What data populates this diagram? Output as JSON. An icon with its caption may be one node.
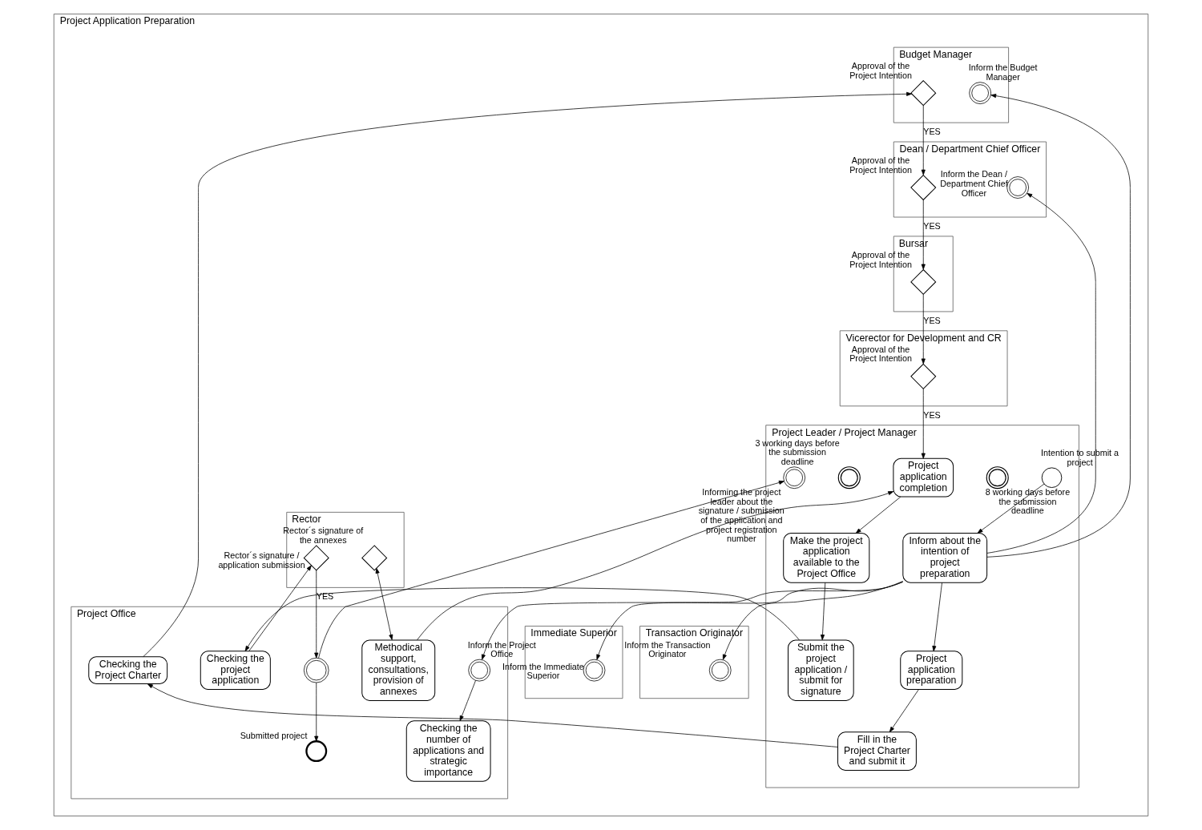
{
  "diagram": {
    "nodes": [
      {
        "text": [
          "Project Application Preparation"
        ]
      },
      {
        "text": [
          "Project Leader / Project Manager"
        ],
        "in": 0
      },
      {
        "text": [
          "Intention to submit a project"
        ],
        "in": 1
      },
      {
        "text": [
          "Inform about the intention of project preparation"
        ],
        "in": 1
      },
      {
        "text": [
          "Project application preparation"
        ],
        "in": 1
      },
      {
        "text": [
          "Fill in the Project Charter and submit it"
        ],
        "in": 1
      },
      {
        "text": [
          "8 working days before the submission deadline"
        ],
        "in": 1
      },
      {
        "text": [
          "Project application completion"
        ],
        "in": 1
      },
      {
        "text": [
          "Make the project application available to the Project Office"
        ],
        "in": 1
      },
      {
        "text": [
          "Submit the project application / submit for signature"
        ],
        "in": 1
      },
      {
        "text": [
          "3 working days before the submission deadline"
        ],
        "in": 1
      },
      {
        "text": [
          "Informing the project leader about the signature / submission of the application and project registration number"
        ],
        "in": 1
      },
      {
        "text": [
          "Project Office"
        ],
        "in": 0
      },
      {
        "text": [
          "Inform the Project Office"
        ],
        "in": 12
      },
      {
        "text": [
          "Checking the number of applications and strategic importance"
        ],
        "in": 12
      },
      {
        "text": [
          "Checking the Project Charter"
        ],
        "in": 12
      },
      {
        "text": [
          "Methodical support, consultations, provision of annexes"
        ],
        "in": 12
      },
      {
        "text": [
          "Checking the project application"
        ],
        "in": 12
      },
      {
        "text": [],
        "shape": "circle",
        "in": 12
      },
      {
        "text": [
          "Submitted project"
        ],
        "in": 12
      },
      {
        "text": [
          "Immediate Superior"
        ],
        "in": 0
      },
      {
        "text": [
          "Inform the Immediate Superior"
        ],
        "in": 20
      },
      {
        "text": [
          "Budget Manager"
        ],
        "in": 0
      },
      {
        "text": [
          "Inform the Budget Manager"
        ],
        "in": 22
      },
      {
        "text": [
          "Approval of the Project Intention"
        ],
        "in": 22
      },
      {
        "text": [
          "Dean / Department Chief Officer"
        ],
        "in": 0
      },
      {
        "text": [
          "Inform the Dean / Department Chief Officer"
        ],
        "in": 25
      },
      {
        "text": [
          "Approval of the Project Intention"
        ],
        "in": 25
      },
      {
        "text": [
          "Transaction Originator"
        ],
        "in": 0
      },
      {
        "text": [
          "Inform the Transaction Originator"
        ],
        "in": 28
      },
      {
        "text": [
          "Bursar"
        ],
        "in": 0
      },
      {
        "text": [
          "Approval of the Project Intention"
        ],
        "in": 30
      },
      {
        "text": [
          "Vicerector for Development and CR"
        ],
        "in": 0
      },
      {
        "text": [
          "Approval of the Project Intention"
        ],
        "in": 32
      },
      {
        "text": [
          "Rector"
        ],
        "in": 0
      },
      {
        "text": [
          "Rector´s signature of the annexes"
        ],
        "in": 34
      },
      {
        "text": [
          "Rector´s signature / application submission"
        ],
        "in": 34
      }
    ],
    "edges": [
      {
        "from": 2,
        "to": 3,
        "arrow": "to"
      },
      {
        "from": 3,
        "to": 4,
        "arrow": "to"
      },
      {
        "from": 4,
        "to": 5,
        "arrow": "to"
      },
      {
        "from": 3,
        "to": 13,
        "arrow": "to"
      },
      {
        "from": 3,
        "to": 21,
        "arrow": "to"
      },
      {
        "from": 3,
        "to": 23,
        "arrow": "to"
      },
      {
        "from": 3,
        "to": 26,
        "arrow": "to"
      },
      {
        "from": 3,
        "to": 29,
        "arrow": "to"
      },
      {
        "from": 13,
        "to": 14,
        "arrow": "to"
      },
      {
        "from": 5,
        "to": 15,
        "arrow": "to"
      },
      {
        "from": 15,
        "to": 24,
        "arrow": "to"
      },
      {
        "from": 24,
        "to": 27,
        "arrow": "to",
        "label": "YES"
      },
      {
        "from": 27,
        "to": 31,
        "arrow": "to",
        "label": "YES"
      },
      {
        "from": 31,
        "to": 33,
        "arrow": "to",
        "label": "YES"
      },
      {
        "from": 33,
        "to": 7,
        "arrow": "to",
        "label": "YES"
      },
      {
        "from": 7,
        "to": 8,
        "arrow": "to"
      },
      {
        "from": 8,
        "to": 9,
        "arrow": "to"
      },
      {
        "from": 16,
        "to": 7,
        "arrow": "to"
      },
      {
        "from": 16,
        "to": 35,
        "arrow": "both"
      },
      {
        "from": 9,
        "to": 17,
        "arrow": "to"
      },
      {
        "from": 17,
        "to": 36,
        "arrow": "to"
      },
      {
        "from": 36,
        "to": 18,
        "arrow": "to",
        "label": "YES"
      },
      {
        "from": 18,
        "to": 11,
        "arrow": "to"
      },
      {
        "from": 18,
        "to": 19,
        "arrow": "to"
      }
    ]
  }
}
